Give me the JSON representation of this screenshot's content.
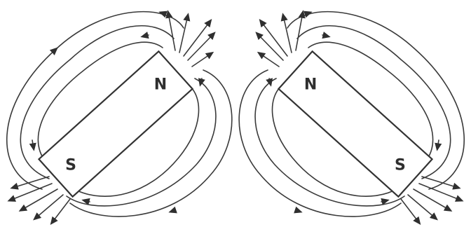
{
  "magnets": [
    {
      "id": "left",
      "north_label": "N",
      "south_label": "S"
    },
    {
      "id": "right",
      "north_label": "N",
      "south_label": "S"
    }
  ],
  "colors": {
    "ink": "#3a3a3a",
    "background": "#ffffff"
  }
}
